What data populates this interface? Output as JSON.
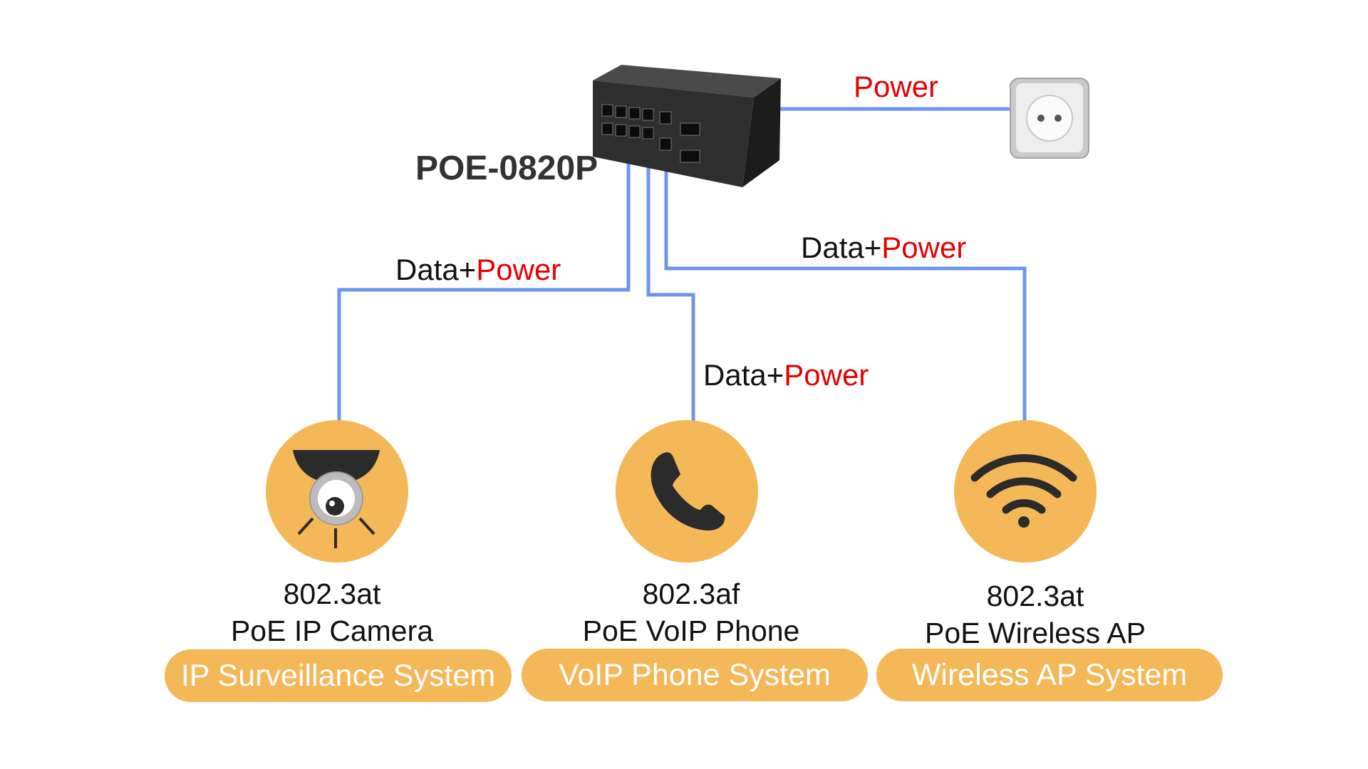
{
  "switch": {
    "model": "POE-0820P"
  },
  "connections": {
    "mains": {
      "label": "Power"
    },
    "camera_link": {
      "data": "Data+",
      "power": "Power"
    },
    "phone_link": {
      "data": "Data+",
      "power": "Power"
    },
    "ap_link": {
      "data": "Data+",
      "power": "Power"
    }
  },
  "devices": [
    {
      "icon": "dome-camera-icon",
      "standard": "802.3at",
      "name": "PoE IP Camera",
      "system": "IP Surveillance System"
    },
    {
      "icon": "phone-icon",
      "standard": "802.3af",
      "name": "PoE VoIP Phone",
      "system": "VoIP Phone System"
    },
    {
      "icon": "wifi-icon",
      "standard": "802.3at",
      "name": "PoE Wireless AP",
      "system": "Wireless AP System"
    }
  ],
  "colors": {
    "cable": "#6d95ee",
    "power_text": "#e60000",
    "device_circle": "#f5b858",
    "system_pill": "#f5b858",
    "icon_dark": "#2b2b2b"
  }
}
